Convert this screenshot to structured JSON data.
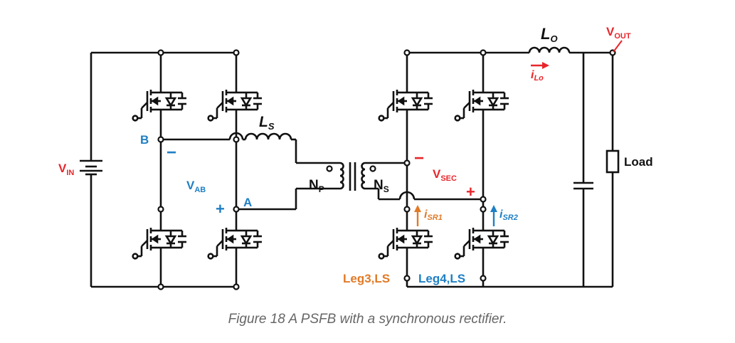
{
  "colors": {
    "wire": "#111111",
    "red": "#e8262b",
    "blue": "#1f7fc4",
    "orange": "#e27a26",
    "caption": "#666666"
  },
  "labels": {
    "vin_main": "V",
    "vin_sub": "IN",
    "vout_main": "V",
    "vout_sub": "OUT",
    "vab_main": "V",
    "vab_sub": "AB",
    "vsec_main": "V",
    "vsec_sub": "SEC",
    "ls_main": "L",
    "ls_sub": "S",
    "lo_main": "L",
    "lo_sub": "O",
    "ilo_main": "i",
    "ilo_sub": "Lo",
    "np_main": "N",
    "np_sub": "P",
    "ns_main": "N",
    "ns_sub": "S",
    "isr1_main": "i",
    "isr1_sub": "SR1",
    "isr2_main": "i",
    "isr2_sub": "SR2",
    "node_b": "B",
    "node_a": "A",
    "minus_b": "−",
    "plus_a": "+",
    "minus_sec": "−",
    "plus_sec": "+",
    "load": "Load",
    "leg3": "Leg3,LS",
    "leg4": "Leg4,LS"
  },
  "caption": "Figure 18 A PSFB with a synchronous rectifier."
}
